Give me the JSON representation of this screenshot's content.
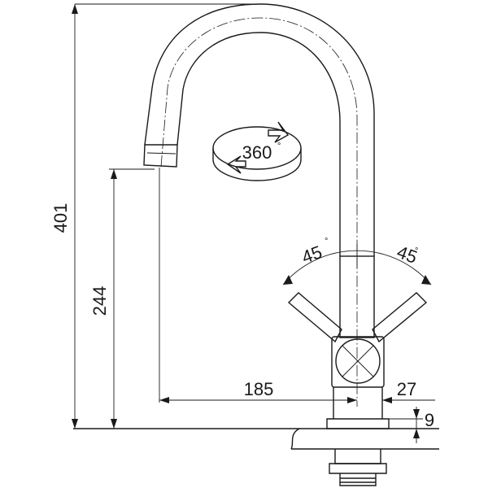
{
  "dimensions": {
    "total_height": "401",
    "spout_height": "244",
    "spout_reach": "185",
    "base_offset": "27",
    "deck_thickness": "9"
  },
  "rotation": {
    "value": "360",
    "unit": "°"
  },
  "handle_angles": {
    "left": "45",
    "right": "45",
    "unit": "°"
  },
  "colors": {
    "line": "#1a1a1a",
    "background": "#ffffff"
  }
}
